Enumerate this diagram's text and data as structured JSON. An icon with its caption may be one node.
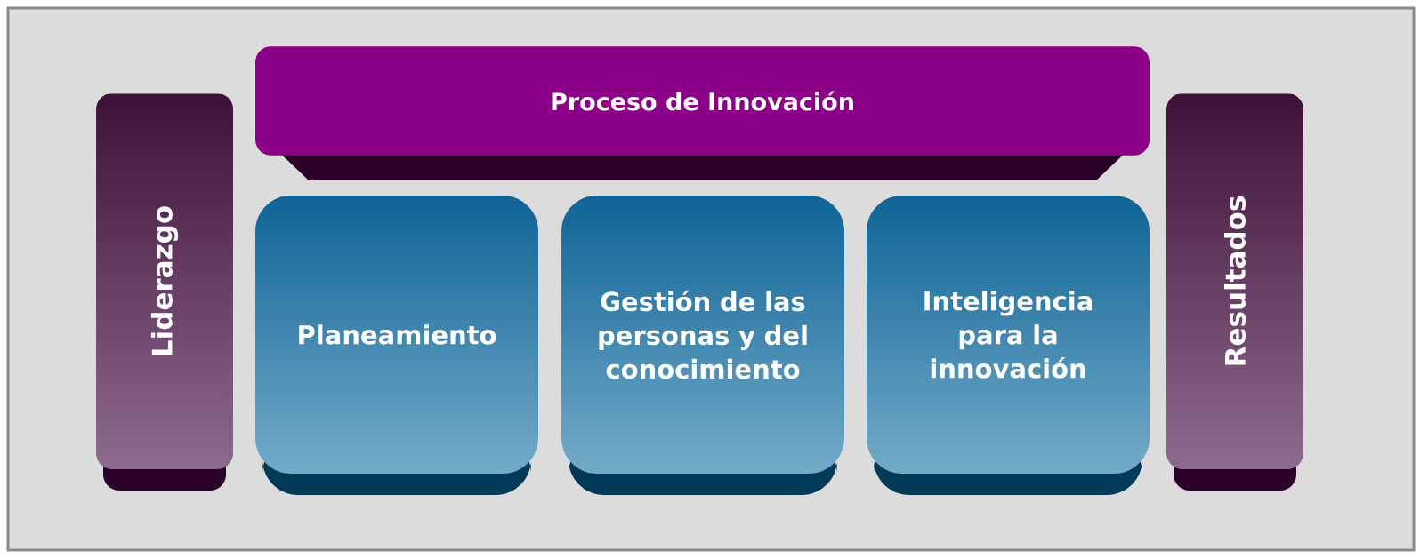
{
  "diagram": {
    "nodes": [
      {
        "text": [
          "Liderazgo"
        ]
      },
      {
        "text": [
          "Proceso de Innovación"
        ]
      },
      {
        "text": [
          "Planeamiento"
        ]
      },
      {
        "text": [
          "Gestión de las personas y del conocimiento"
        ]
      },
      {
        "text": [
          "Inteligencia para la innovación"
        ]
      },
      {
        "text": [
          "Resultados"
        ]
      }
    ]
  }
}
